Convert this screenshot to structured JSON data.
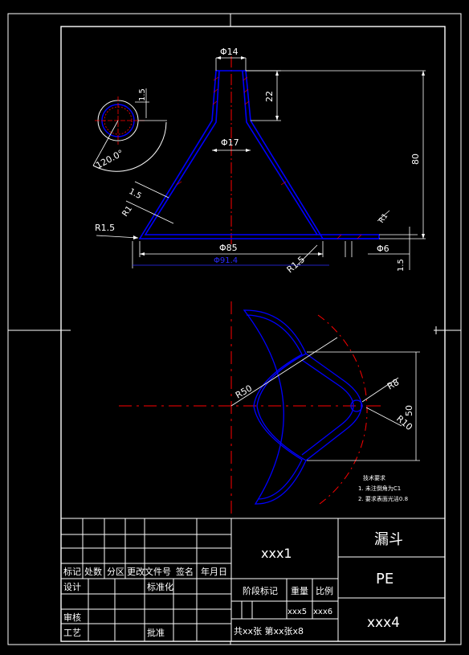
{
  "colors": {
    "background": "#000000",
    "frame": "#ffffff",
    "part_outline": "#0000ff",
    "dimension": "#ffffff",
    "dimension_blue": "#2a2aff",
    "centerline": "#ff0000",
    "hatch": "#ff0000"
  },
  "dims": {
    "d14": "Φ14",
    "d17": "Φ17",
    "d85": "Φ85",
    "d914": "Φ91.4",
    "d6": "Φ6",
    "h22": "22",
    "h80": "80",
    "t15_top": "1.5",
    "t15_side": "1.5",
    "t15_right": "1.5",
    "r15_left": "R1.5",
    "r15_right": "R1.5",
    "r1": "R1",
    "r1_right": "R1",
    "angle": "120.0°",
    "r50": "R50",
    "r8": "R8",
    "r10": "R10",
    "d50": "50"
  },
  "notes": {
    "title": "技术要求",
    "line1": "1. 未注倒角为C1",
    "line2": "2. 要求表面光洁0.8"
  },
  "title_block": {
    "part_name": "漏斗",
    "material": "PE",
    "drawing_no": "xxx1",
    "code": "xxx4",
    "weight_value": "xxx5",
    "scale_value": "xxx6",
    "sheets": "共xx张 第xx张x8",
    "h_mark": "标记",
    "h_count": "处数",
    "h_zone": "分区",
    "h_doc": "更改文件号",
    "h_sign": "签名",
    "h_date": "年月日",
    "design": "设计",
    "standard": "标准化",
    "check": "审核",
    "process": "工艺",
    "approve": "批准",
    "stage": "阶段标记",
    "weight": "重量",
    "scale": "比例"
  }
}
